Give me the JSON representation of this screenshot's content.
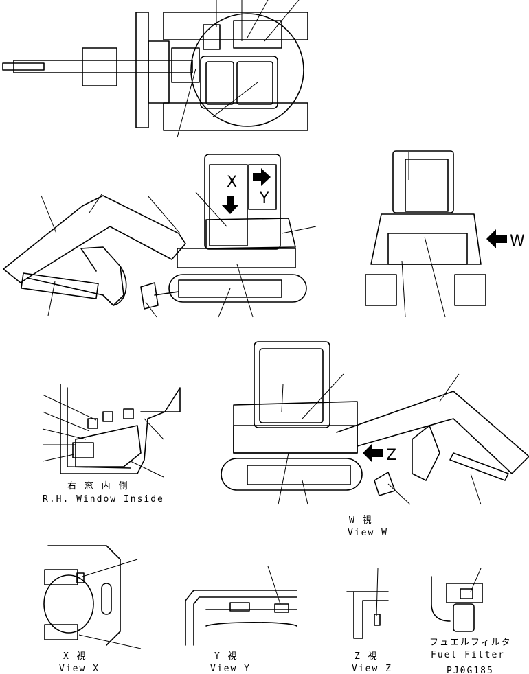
{
  "views": {
    "right_window": {
      "jp": "右 窓 内 側",
      "en": "R.H. Window Inside"
    },
    "view_w": {
      "jp": "W  視",
      "en": "View W"
    },
    "view_x": {
      "jp": "X  視",
      "en": "View X"
    },
    "view_y": {
      "jp": "Y  視",
      "en": "View Y"
    },
    "view_z": {
      "jp": "Z  視",
      "en": "View Z"
    },
    "fuel_filter": {
      "jp": "フュエルフィルタ",
      "en": "Fuel Filter"
    }
  },
  "markers": {
    "x": "X",
    "y": "Y",
    "w": "W",
    "z": "Z"
  },
  "drawing_number": "PJ0G185"
}
